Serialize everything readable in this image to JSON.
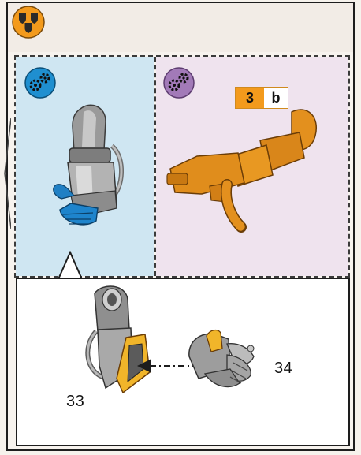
{
  "header": {
    "stage_icon": "squad-shields-icon",
    "colors": {
      "orange": "#f39a1c",
      "blue_panel": "#cfe6f2",
      "pink_panel": "#efe3ee",
      "badge_blue": "#1f8fd0",
      "badge_purple": "#a27ab8"
    }
  },
  "panels": {
    "left": {
      "badge_icon": "gears-icon",
      "part_icon": "armoured-arm-icon"
    },
    "right": {
      "badge_icon": "gears-icon",
      "part_icon": "heavy-bolter-arm-icon"
    }
  },
  "step_tag": {
    "number": "3",
    "letter": "b"
  },
  "detail": {
    "parts": [
      {
        "label": "33",
        "icon": "upper-arm-icon"
      },
      {
        "label": "34",
        "icon": "gauntlet-hand-icon"
      }
    ],
    "arrow_icon": "assembly-arrow-icon"
  }
}
